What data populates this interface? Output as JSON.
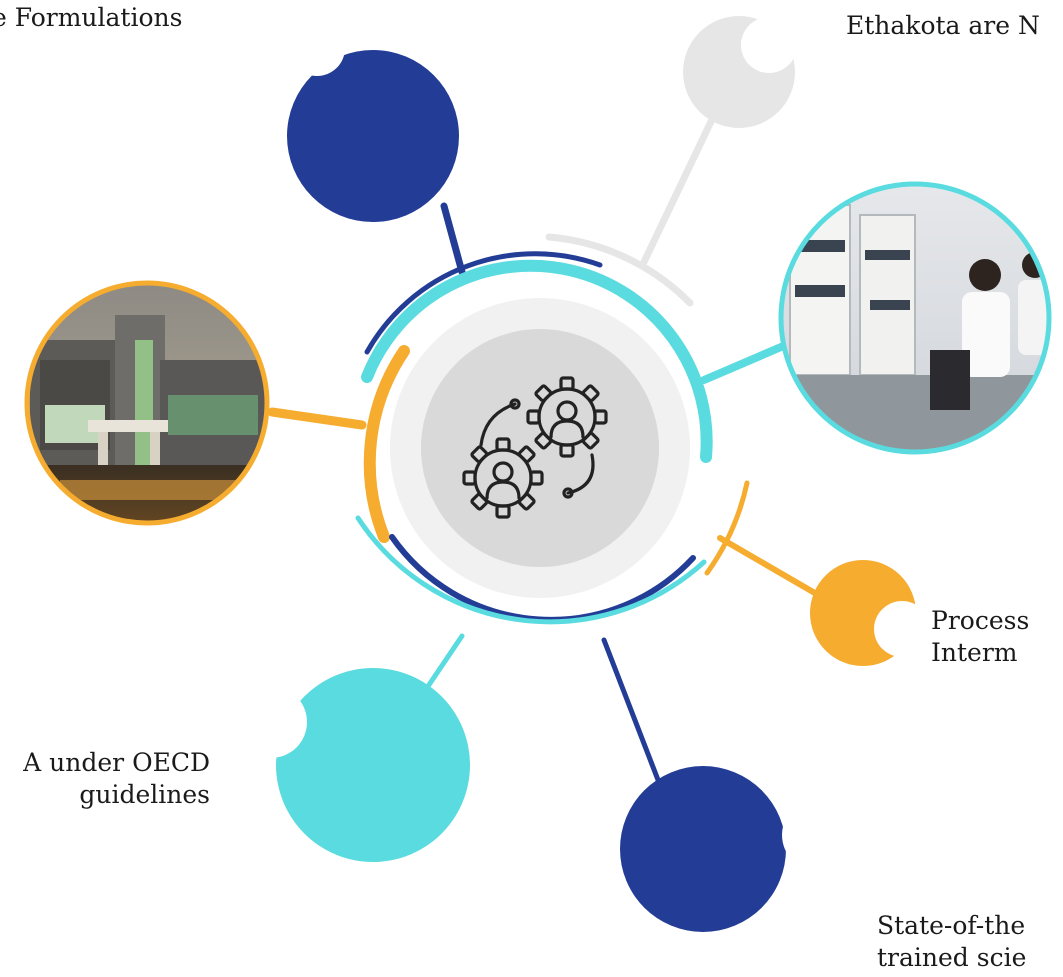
{
  "labels": {
    "top_left": [
      "e Formulations"
    ],
    "top_right": [
      "Ethakota are N"
    ],
    "mid_right": [
      "Process",
      "Interm"
    ],
    "bottom_left": [
      "A under OECD",
      "guidelines"
    ],
    "bottom_right": [
      "State-of-the",
      "trained scie"
    ]
  },
  "colors": {
    "navy": "#233d96",
    "teal": "#59dbdf",
    "orange": "#f5ac2f",
    "light_gray": "#e6e6e6",
    "center_outer": "#f1f1f1",
    "center_inner": "#d9d9d9",
    "icon_stroke": "#222222"
  },
  "center_icon": "gears-with-people-icon",
  "photos": {
    "left": "building-photo",
    "right": "laboratory-photo"
  }
}
